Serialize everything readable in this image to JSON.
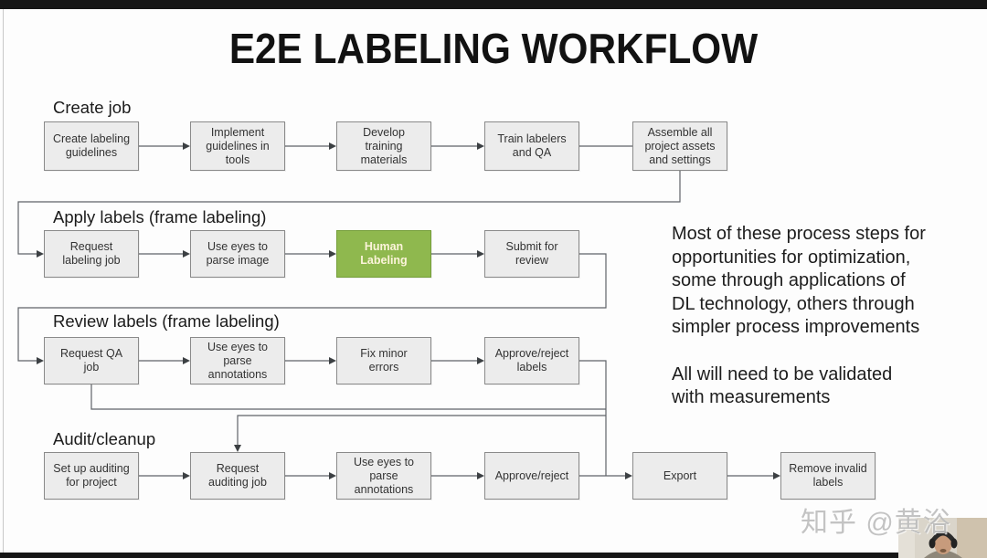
{
  "title": "E2E LABELING WORKFLOW",
  "sections": [
    {
      "label": "Create job",
      "boxes": [
        "Create labeling guidelines",
        "Implement guidelines in tools",
        "Develop training materials",
        "Train labelers and QA",
        "Assemble all project assets and settings"
      ]
    },
    {
      "label": "Apply labels (frame labeling)",
      "boxes": [
        "Request labeling job",
        "Use eyes to parse image",
        "Human Labeling",
        "Submit for review"
      ]
    },
    {
      "label": "Review labels (frame labeling)",
      "boxes": [
        "Request QA job",
        "Use eyes to parse annotations",
        "Fix minor errors",
        "Approve/reject labels"
      ]
    },
    {
      "label": "Audit/cleanup",
      "boxes": [
        "Set up auditing for project",
        "Request auditing job",
        "Use eyes to parse annotations",
        "Approve/reject",
        "Export",
        "Remove invalid labels"
      ]
    }
  ],
  "highlighted_box": "Human Labeling",
  "annotation": {
    "p1": [
      "Most of these process steps for",
      "opportunities for optimization,",
      "some through applications of",
      "DL technology, others through",
      "simpler process improvements"
    ],
    "p2": [
      "All will need to be validated",
      "with measurements"
    ]
  },
  "watermark": {
    "text": "知乎 @黄浴"
  },
  "colors": {
    "highlight_green": "#8fb84e",
    "box_fill": "#ececec",
    "box_border": "#8a8a8a",
    "connector_line": "#5f6368",
    "letterbox": "#161616",
    "watermark_gray": "#bdbdbd"
  }
}
